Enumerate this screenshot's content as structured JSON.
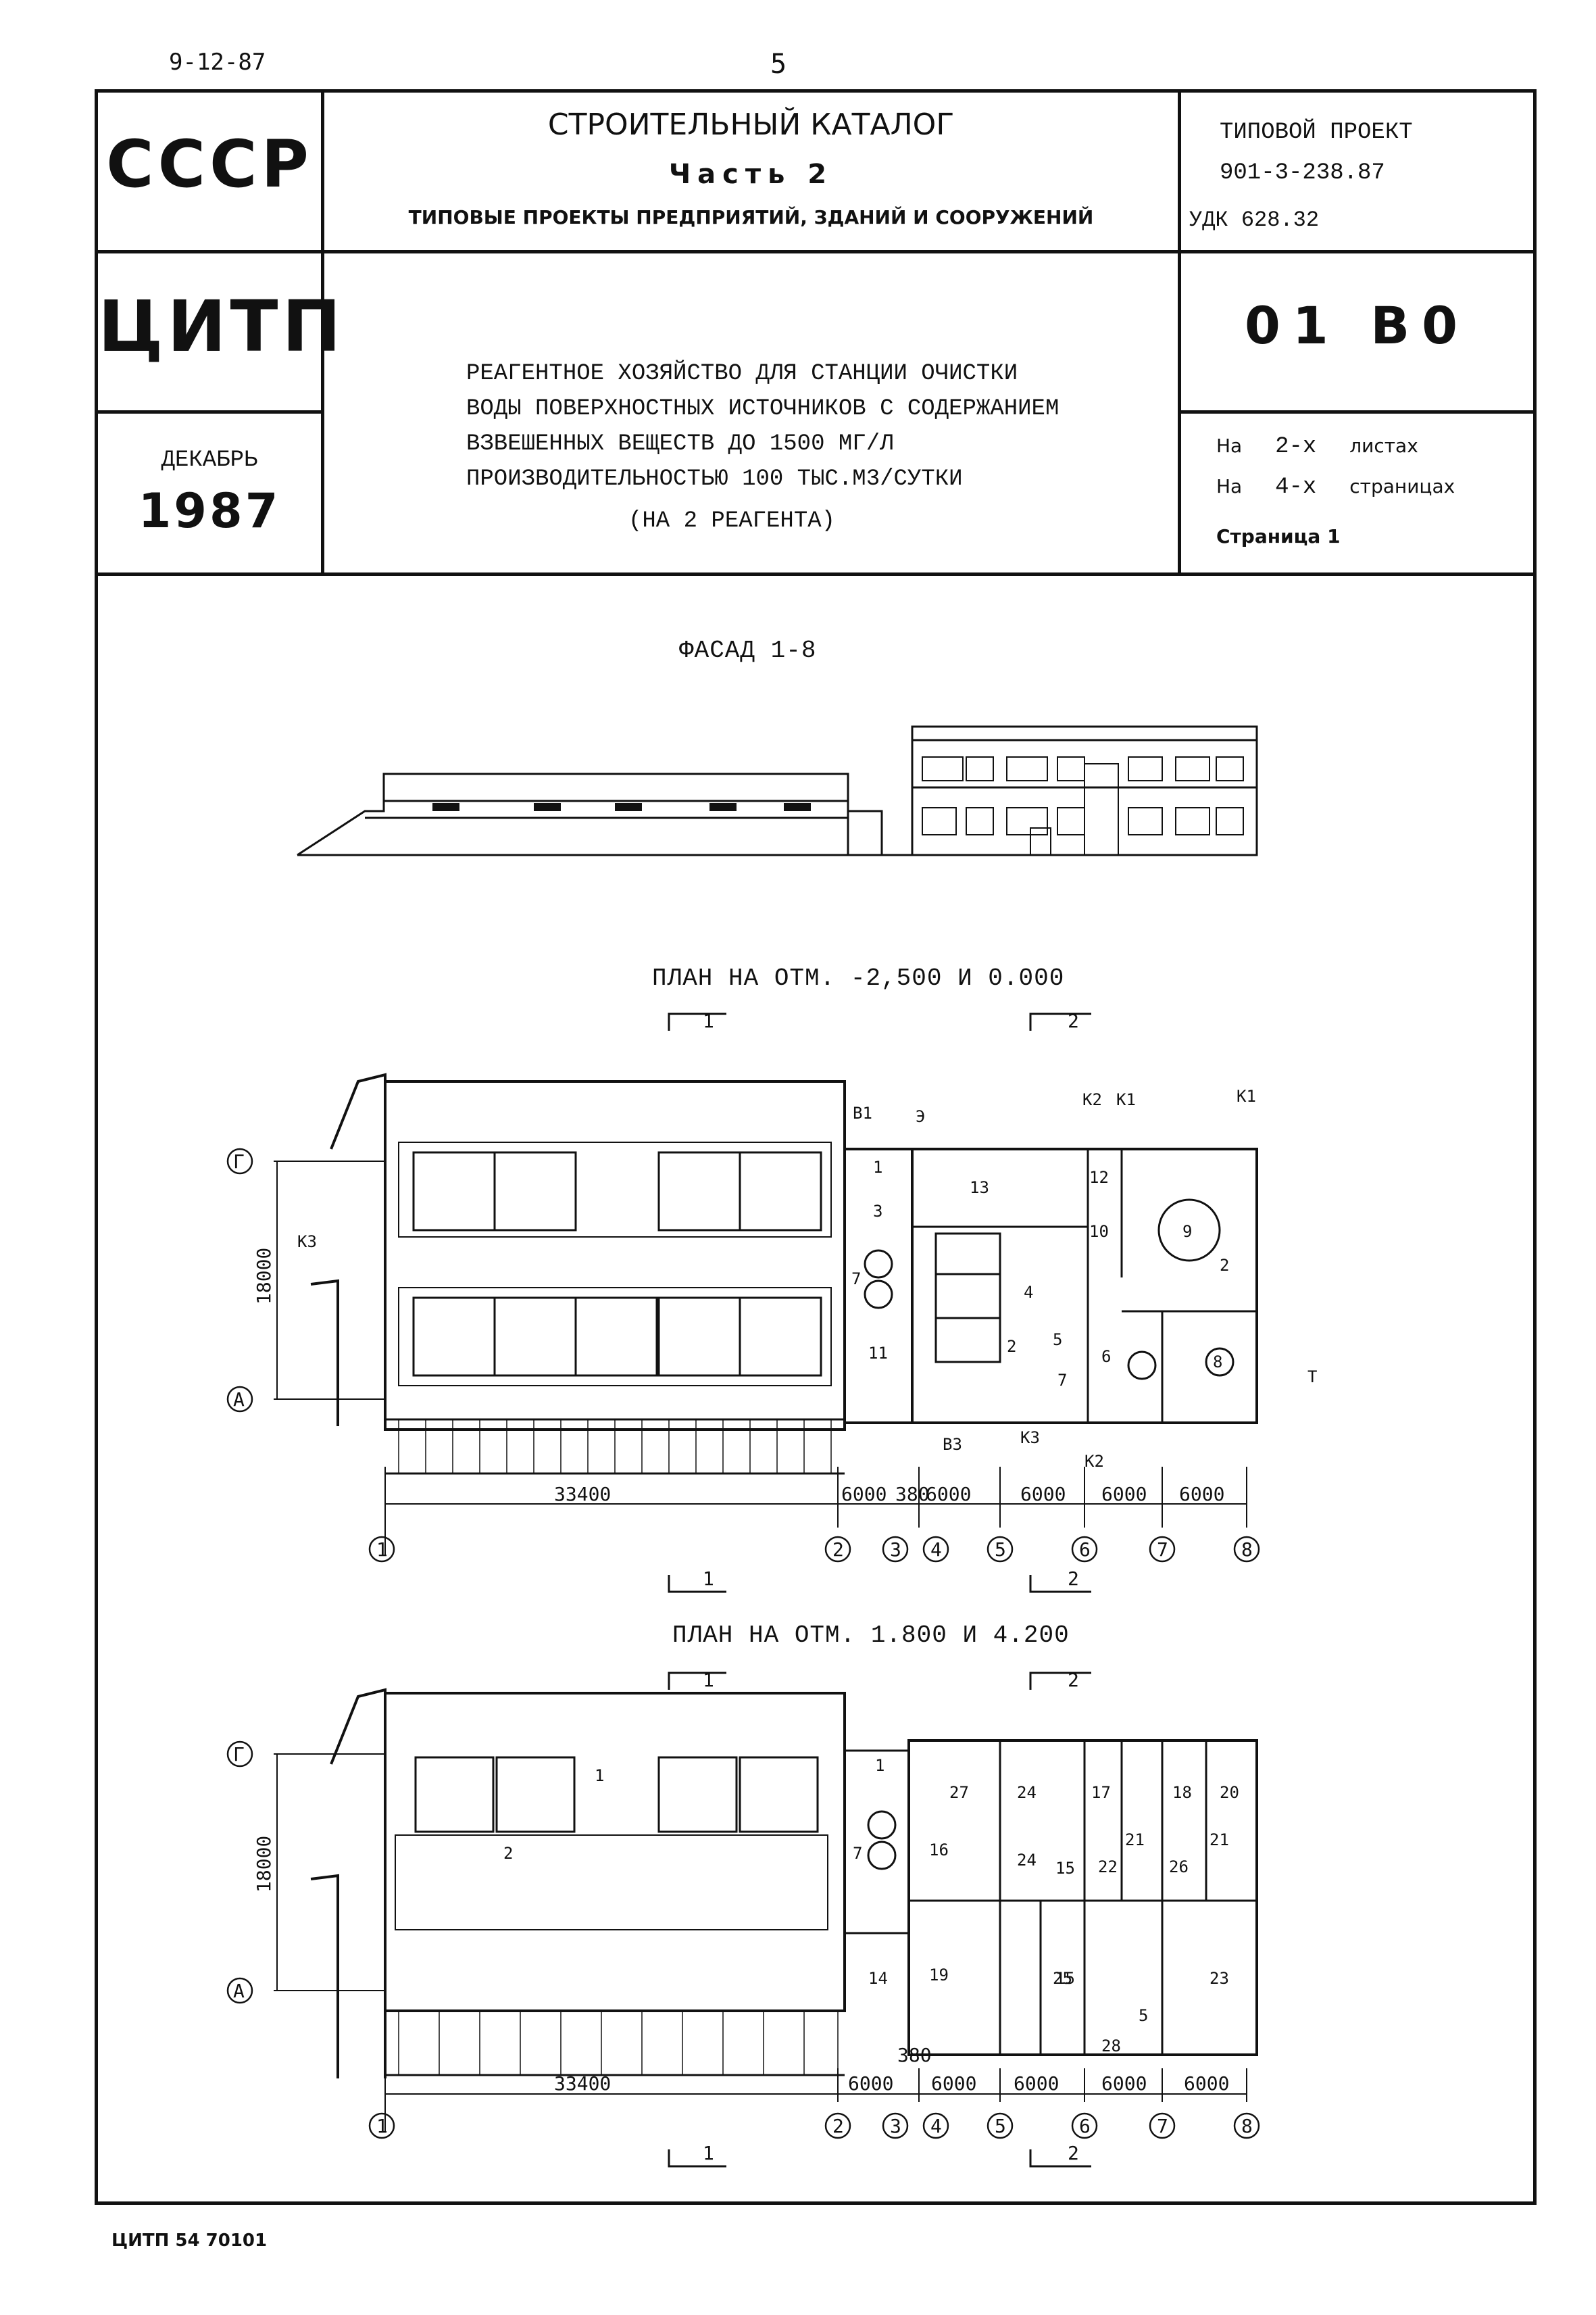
{
  "page": {
    "date": "9-12-87",
    "page_number": "5",
    "footer_code": "ЦИТП 54 70101"
  },
  "header": {
    "org1": "СССР",
    "org2": "ЦИТП",
    "month": "ДЕКАБРЬ",
    "year": "1987",
    "catalog_title": "СТРОИТЕЛЬНЫЙ КАТАЛОГ",
    "catalog_part": "Часть 2",
    "catalog_subtitle": "ТИПОВЫЕ ПРОЕКТЫ ПРЕДПРИЯТИЙ, ЗДАНИЙ И СООРУЖЕНИЙ",
    "project_label": "ТИПОВОЙ ПРОЕКТ",
    "project_number": "901-3-238.87",
    "udk": "УДК 628.32",
    "code": "01 В0",
    "sheets": {
      "prefix": "На",
      "value": "2-х",
      "suffix": "листах"
    },
    "pages": {
      "prefix": "На",
      "value": "4-х",
      "suffix": "страницах"
    },
    "page_label": "Страница 1",
    "description_lines": [
      "РЕАГЕНТНОЕ ХОЗЯЙСТВО ДЛЯ СТАНЦИИ ОЧИСТКИ",
      "ВОДЫ ПОВЕРХНОСТНЫХ ИСТОЧНИКОВ С СОДЕРЖАНИЕМ",
      "ВЗВЕШЕННЫХ ВЕЩЕСТВ ДО 1500 МГ/Л",
      "ПРОИЗВОДИТЕЛЬНОСТЬЮ 100 ТЫС.М3/СУТКИ"
    ],
    "description_note": "(НА 2 РЕАГЕНТА)"
  },
  "drawings": {
    "facade_title": "ФАСАД 1-8",
    "plan1_title": "ПЛАН НА ОТМ. -2,500 И 0.000",
    "plan2_title": "ПЛАН НА ОТМ. 1.800 И 4.200",
    "axes_letters": [
      "Г",
      "А"
    ],
    "axes_numbers": [
      "1",
      "2",
      "3",
      "4",
      "5",
      "6",
      "7",
      "8"
    ],
    "section_marks": [
      "1",
      "2"
    ],
    "height_dim": "18000",
    "dims": [
      "33400",
      "6000",
      "380",
      "6000",
      "6000",
      "6000",
      "6000"
    ],
    "plan1_labels": [
      "В1",
      "Э",
      "К2",
      "К1",
      "К1",
      "К3",
      "В3",
      "К3",
      "К2",
      "Т",
      "1",
      "2",
      "2",
      "3",
      "4",
      "5",
      "6",
      "7",
      "7",
      "8",
      "9",
      "10",
      "11",
      "12",
      "13"
    ],
    "plan2_labels": [
      "1",
      "1",
      "2",
      "7",
      "14",
      "15",
      "15",
      "16",
      "17",
      "18",
      "19",
      "20",
      "21",
      "21",
      "22",
      "23",
      "24",
      "24",
      "25",
      "26",
      "27",
      "28",
      "5"
    ]
  }
}
